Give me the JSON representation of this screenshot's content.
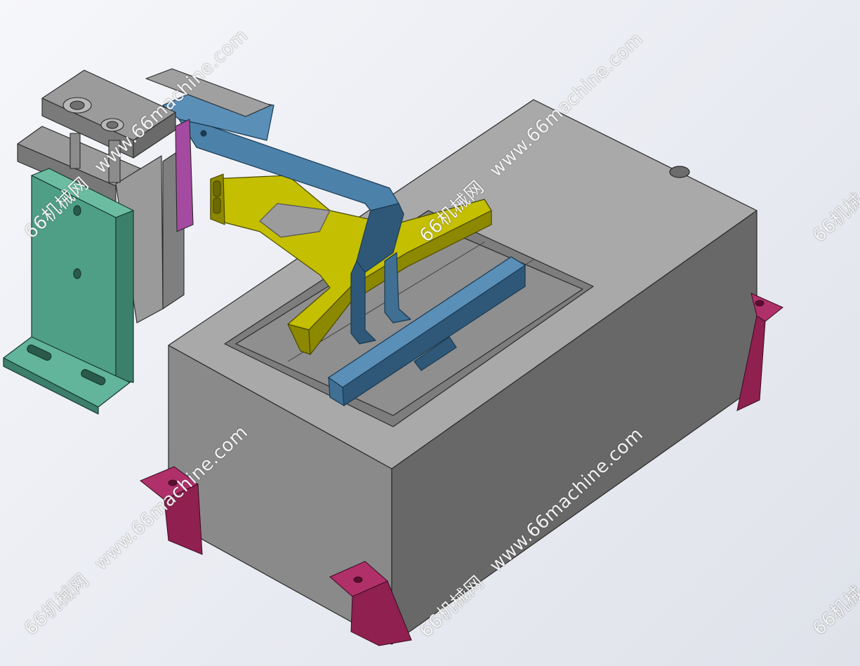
{
  "watermark": {
    "brand_cn": "66机械网",
    "url": "www.66machine.com",
    "partial_cn": "66机械"
  },
  "colors": {
    "background_light": "#f6f7fa",
    "box_top": "#a7a7a7",
    "box_front": "#8a8a8a",
    "box_side": "#676767",
    "bracket_green": "#4f9f87",
    "gripper_blue": "#4c82aa",
    "yellow_plate": "#b9b400",
    "magenta_feet": "#8e1f4a",
    "cylinder_gray": "#8e8e8e"
  }
}
